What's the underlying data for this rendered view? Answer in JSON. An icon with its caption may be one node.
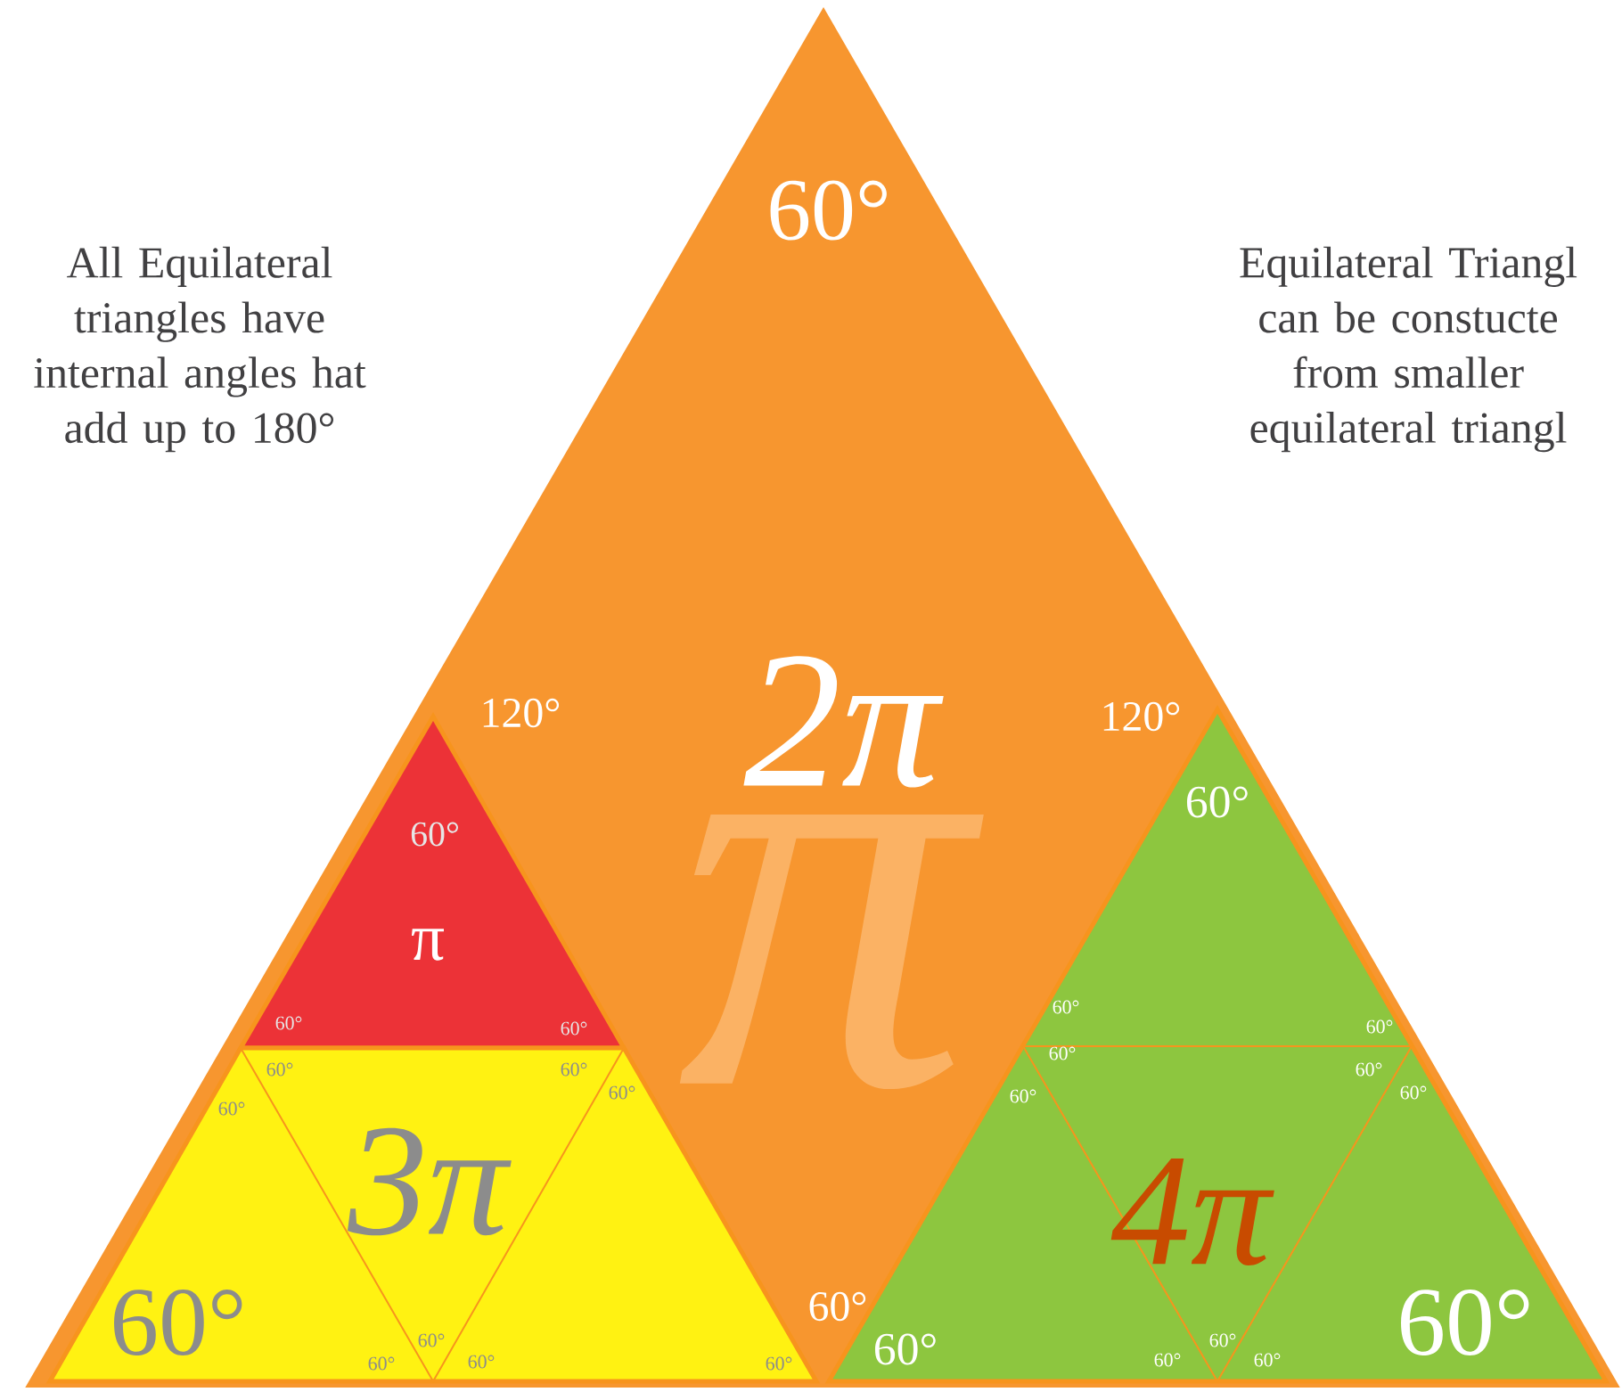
{
  "diagram": {
    "nodes": [
      {
        "text": [
          "60°",
          "120°",
          "2π",
          "120°",
          "60°"
        ]
      },
      {
        "text": [
          "60°",
          "π",
          "60°",
          "60°"
        ],
        "in": 0
      },
      {
        "text": [
          "60°",
          "60°",
          "60°",
          "60°",
          "3π",
          "60°",
          "60°",
          "60°",
          "60°",
          "60°"
        ],
        "in": 0
      },
      {
        "text": [
          "60°",
          "60°",
          "60°",
          "60°",
          "60°",
          "60°",
          "60°",
          "4π",
          "60°",
          "60°",
          "60°",
          "60°",
          "60°"
        ],
        "in": 0
      }
    ],
    "labels": [
      "All Equilateral triangles have internal angles hat add up to 180°",
      "Equilateral Triangl can be constucte from smaller equilateral triangl",
      "π"
    ]
  }
}
